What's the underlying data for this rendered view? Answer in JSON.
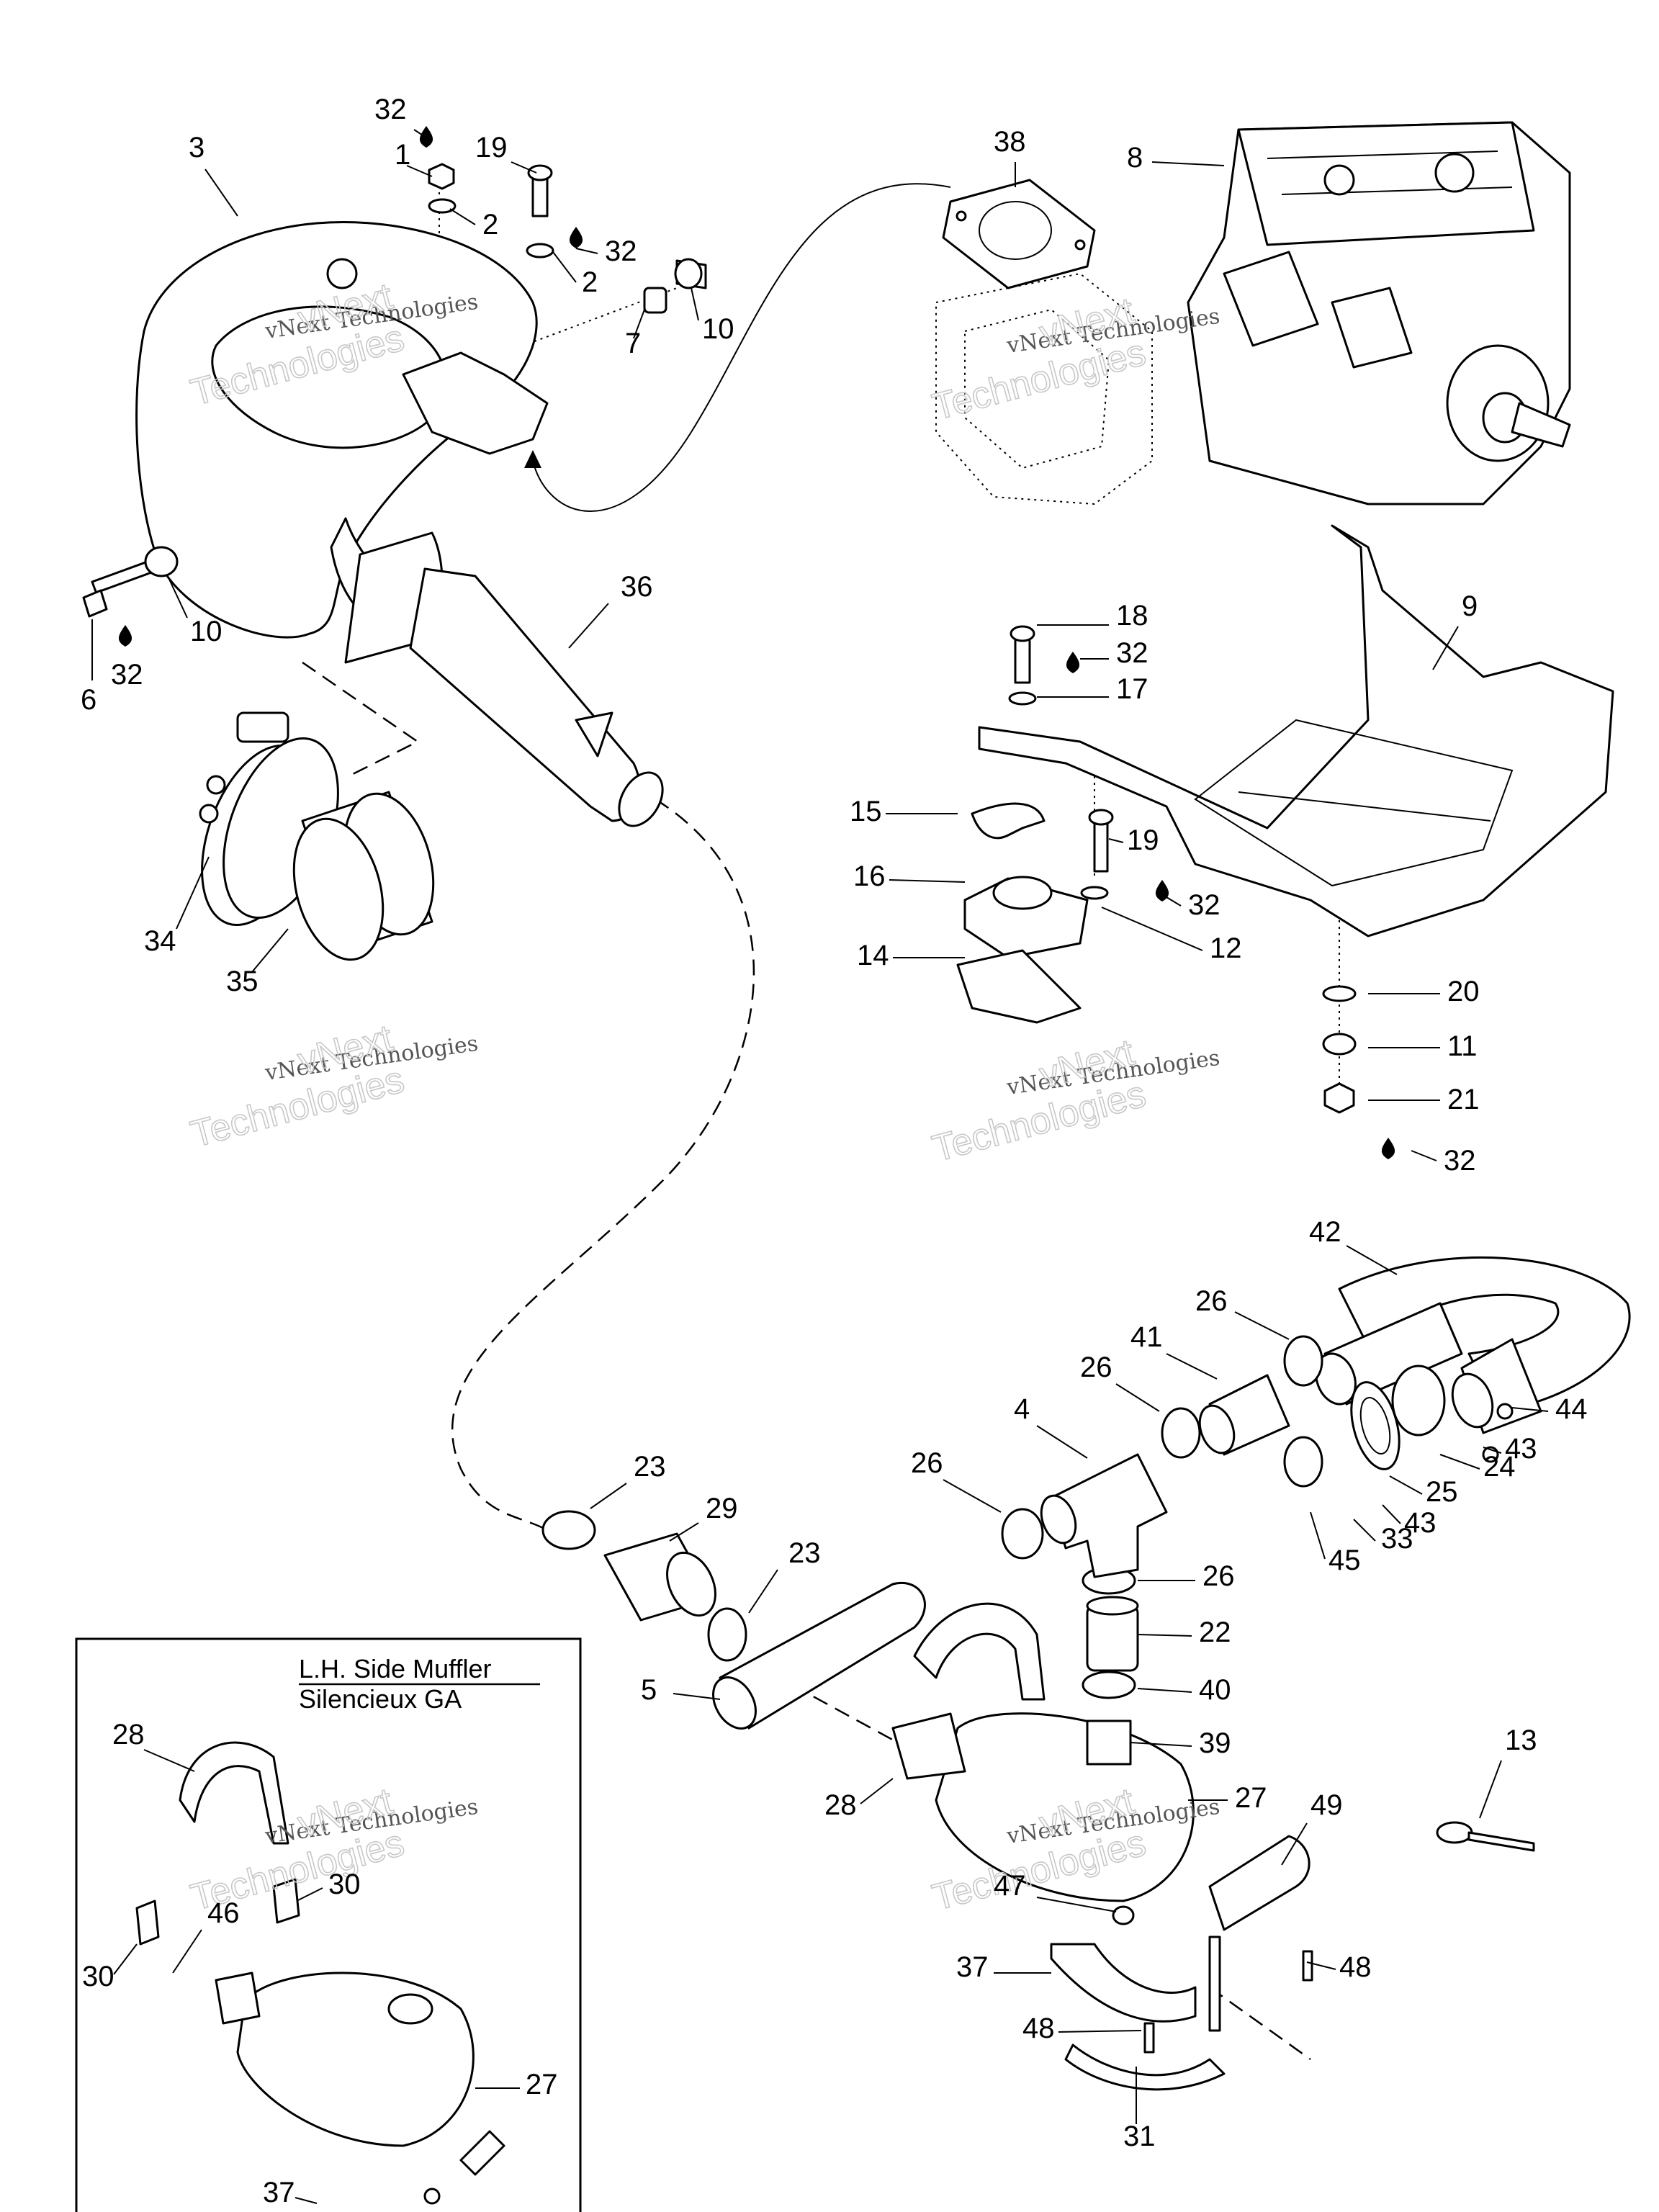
{
  "inset": {
    "title_line1": "L.H. Side Muffler",
    "title_line2": "Silencieux GA"
  },
  "watermark": {
    "line1": "vNext Technologies",
    "line2": "vNext",
    "line3": "Technologies"
  },
  "callouts": [
    {
      "id": "c32a",
      "text": "32"
    },
    {
      "id": "c1",
      "text": "1"
    },
    {
      "id": "c3",
      "text": "3"
    },
    {
      "id": "c2a",
      "text": "2"
    },
    {
      "id": "c19a",
      "text": "19"
    },
    {
      "id": "c32b",
      "text": "32"
    },
    {
      "id": "c2b",
      "text": "2"
    },
    {
      "id": "c7",
      "text": "7"
    },
    {
      "id": "c10a",
      "text": "10"
    },
    {
      "id": "c38",
      "text": "38"
    },
    {
      "id": "c8",
      "text": "8"
    },
    {
      "id": "c6",
      "text": "6"
    },
    {
      "id": "c32c",
      "text": "32"
    },
    {
      "id": "c10b",
      "text": "10"
    },
    {
      "id": "c36",
      "text": "36"
    },
    {
      "id": "c18",
      "text": "18"
    },
    {
      "id": "c32d",
      "text": "32"
    },
    {
      "id": "c17",
      "text": "17"
    },
    {
      "id": "c9",
      "text": "9"
    },
    {
      "id": "c15",
      "text": "15"
    },
    {
      "id": "c19b",
      "text": "19"
    },
    {
      "id": "c16",
      "text": "16"
    },
    {
      "id": "c32e",
      "text": "32"
    },
    {
      "id": "c12",
      "text": "12"
    },
    {
      "id": "c14",
      "text": "14"
    },
    {
      "id": "c34",
      "text": "34"
    },
    {
      "id": "c35",
      "text": "35"
    },
    {
      "id": "c20",
      "text": "20"
    },
    {
      "id": "c11",
      "text": "11"
    },
    {
      "id": "c21",
      "text": "21"
    },
    {
      "id": "c32f",
      "text": "32"
    },
    {
      "id": "c42",
      "text": "42"
    },
    {
      "id": "c26a",
      "text": "26"
    },
    {
      "id": "c41",
      "text": "41"
    },
    {
      "id": "c26b",
      "text": "26"
    },
    {
      "id": "c44",
      "text": "44"
    },
    {
      "id": "c4",
      "text": "4"
    },
    {
      "id": "c43a",
      "text": "43"
    },
    {
      "id": "c24",
      "text": "24"
    },
    {
      "id": "c26c",
      "text": "26"
    },
    {
      "id": "c25",
      "text": "25"
    },
    {
      "id": "c43b",
      "text": "43"
    },
    {
      "id": "c23a",
      "text": "23"
    },
    {
      "id": "c33",
      "text": "33"
    },
    {
      "id": "c45",
      "text": "45"
    },
    {
      "id": "c29",
      "text": "29"
    },
    {
      "id": "c23b",
      "text": "23"
    },
    {
      "id": "c26d",
      "text": "26"
    },
    {
      "id": "c22",
      "text": "22"
    },
    {
      "id": "c5",
      "text": "5"
    },
    {
      "id": "c40",
      "text": "40"
    },
    {
      "id": "c39",
      "text": "39"
    },
    {
      "id": "c13",
      "text": "13"
    },
    {
      "id": "c28a",
      "text": "28"
    },
    {
      "id": "c27a",
      "text": "27"
    },
    {
      "id": "c28b",
      "text": "28"
    },
    {
      "id": "c49",
      "text": "49"
    },
    {
      "id": "c30a",
      "text": "30"
    },
    {
      "id": "c47",
      "text": "47"
    },
    {
      "id": "c46",
      "text": "46"
    },
    {
      "id": "c30b",
      "text": "30"
    },
    {
      "id": "c37a",
      "text": "37"
    },
    {
      "id": "c48a",
      "text": "48"
    },
    {
      "id": "c48b",
      "text": "48"
    },
    {
      "id": "c27b",
      "text": "27"
    },
    {
      "id": "c31",
      "text": "31"
    },
    {
      "id": "c37b",
      "text": "37"
    }
  ]
}
